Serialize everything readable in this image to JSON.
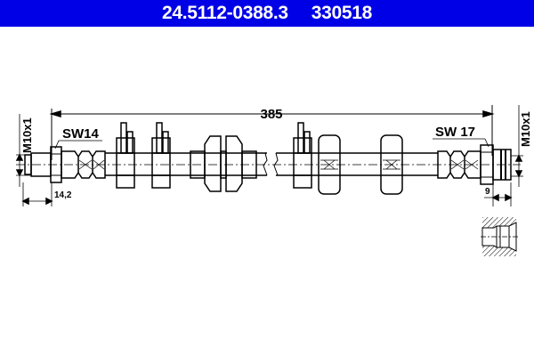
{
  "header": {
    "part_number": "24.5112-0388.3",
    "ref_number": "330518",
    "background_color": "#0000e6",
    "text_color": "#ffffff"
  },
  "drawing": {
    "overall_length": "385",
    "left_end": {
      "thread": "M10x1",
      "wrench_size": "SW14",
      "length_dim": "14,2"
    },
    "right_end": {
      "thread": "M10x1",
      "wrench_size": "SW 17",
      "length_dim": "9"
    },
    "detail_view": "female-thread-port-section"
  }
}
